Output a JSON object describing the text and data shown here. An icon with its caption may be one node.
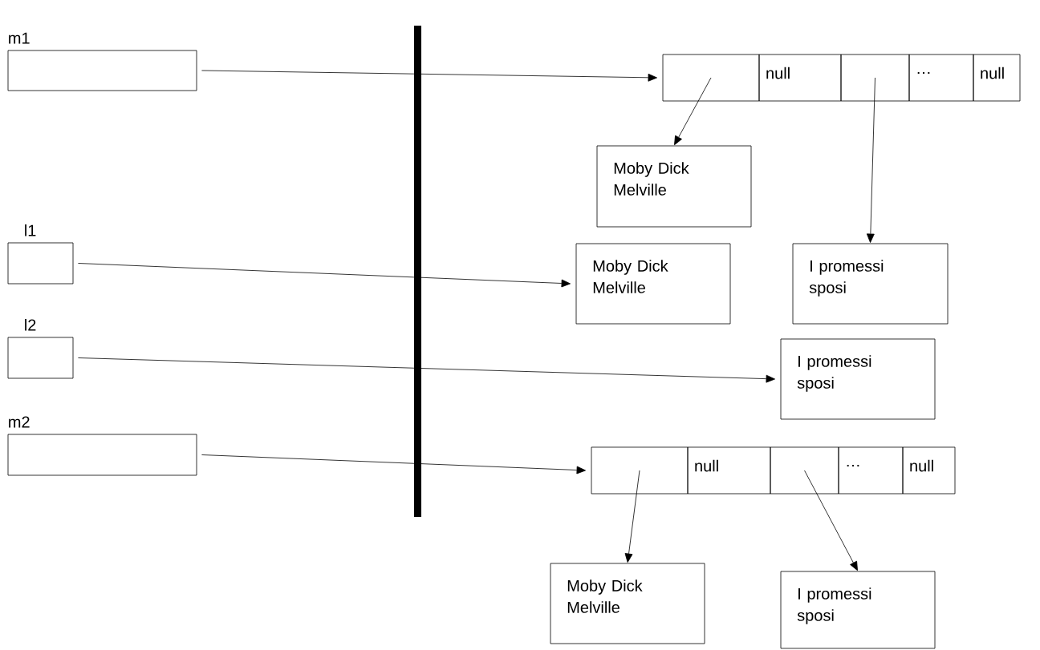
{
  "diagram": {
    "nodes": [
      {
        "text": [
          "m1"
        ]
      },
      {
        "text": [],
        "shape": "box"
      },
      {
        "text": [
          "null"
        ]
      },
      {
        "text": [],
        "shape": "box"
      },
      {
        "text": [
          "…"
        ]
      },
      {
        "text": [
          "null"
        ]
      },
      {
        "text": [
          "Moby Dick Melville"
        ]
      },
      {
        "text": [
          "l1"
        ]
      },
      {
        "text": [
          "Moby Dick Melville"
        ]
      },
      {
        "text": [
          "I promessi sposi"
        ]
      },
      {
        "text": [
          "l2"
        ]
      },
      {
        "text": [
          "I promessi sposi"
        ]
      },
      {
        "text": [
          "m2"
        ]
      },
      {
        "text": [],
        "shape": "box"
      },
      {
        "text": [
          "null"
        ]
      },
      {
        "text": [],
        "shape": "box"
      },
      {
        "text": [
          "…"
        ]
      },
      {
        "text": [
          "null"
        ]
      },
      {
        "text": [
          "Moby Dick Melville"
        ]
      },
      {
        "text": [
          "I promessi sposi"
        ]
      }
    ],
    "edges": [
      {
        "from": 0,
        "to": 1,
        "arrow": "to"
      },
      {
        "from": 1,
        "to": 6,
        "arrow": "to"
      },
      {
        "from": 3,
        "to": 9,
        "arrow": "to"
      },
      {
        "from": 7,
        "to": 8,
        "arrow": "to"
      },
      {
        "from": 10,
        "to": 11,
        "arrow": "to"
      },
      {
        "from": 12,
        "to": 13,
        "arrow": "to"
      },
      {
        "from": 13,
        "to": 18,
        "arrow": "to"
      },
      {
        "from": 15,
        "to": 19,
        "arrow": "to"
      }
    ]
  }
}
